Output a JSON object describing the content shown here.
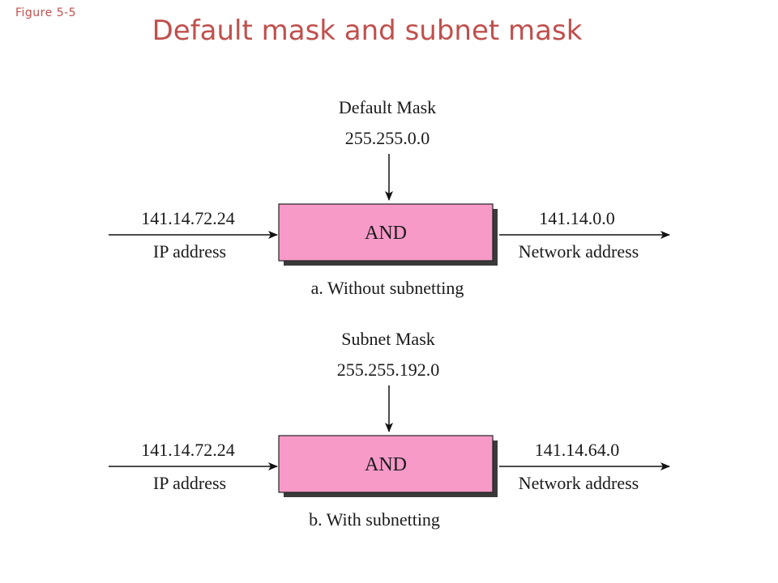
{
  "figure_label": "Figure  5-5",
  "title": "Default mask and subnet mask",
  "colors": {
    "title": "#c0504d",
    "and_box_fill": "#f79ac8",
    "and_box_shadow": "#3a3a3a",
    "line": "#111111"
  },
  "panels": [
    {
      "mask_title": "Default Mask",
      "mask_value": "255.255.0.0",
      "input_value": "141.14.72.24",
      "input_label": "IP address",
      "operation": "AND",
      "output_value": "141.14.0.0",
      "output_label": "Network address",
      "caption": "a. Without subnetting"
    },
    {
      "mask_title": "Subnet Mask",
      "mask_value": "255.255.192.0",
      "input_value": "141.14.72.24",
      "input_label": "IP address",
      "operation": "AND",
      "output_value": "141.14.64.0",
      "output_label": "Network address",
      "caption": "b. With subnetting"
    }
  ]
}
